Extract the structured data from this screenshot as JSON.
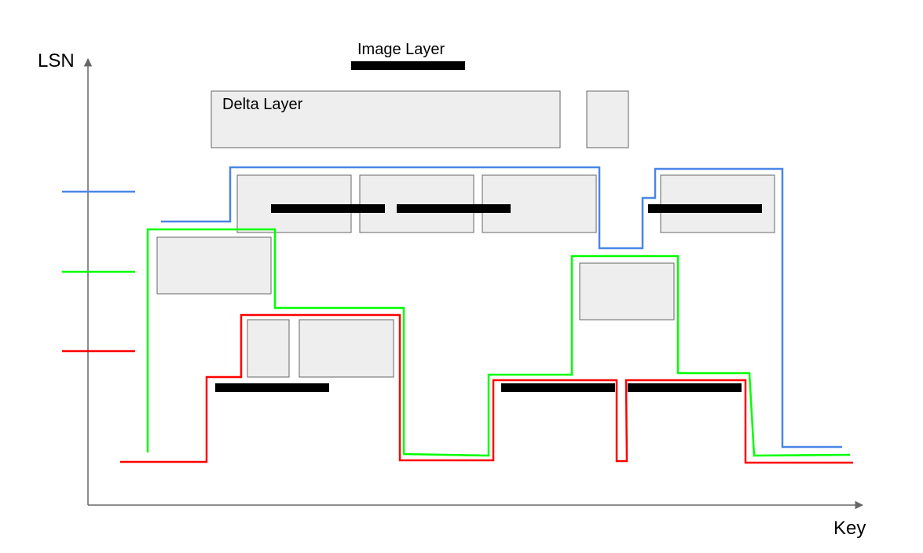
{
  "labels": {
    "y_axis": "LSN",
    "x_axis": "Key",
    "image_layer": "Image Layer",
    "delta_layer": "Delta Layer"
  },
  "colors": {
    "background": "#ffffff",
    "axis": "#666666",
    "delta_fill": "#eeeeee",
    "delta_stroke": "#666666",
    "image_bar": "#000000",
    "blue": "#4a86e8",
    "green": "#00ff00",
    "red": "#ff0000"
  }
}
